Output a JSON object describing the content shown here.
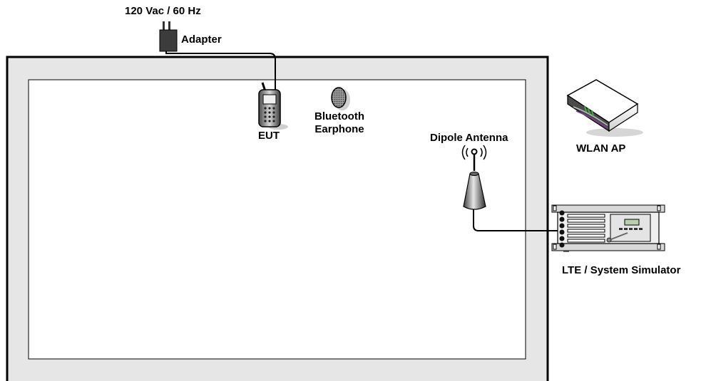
{
  "labels": {
    "power_source": "120 Vac / 60 Hz",
    "adapter": "Adapter",
    "eut": "EUT",
    "bluetooth_line1": "Bluetooth",
    "bluetooth_line2": "Earphone",
    "dipole_antenna": "Dipole Antenna",
    "wlan_ap": "WLAN AP",
    "simulator": "LTE / System Simulator"
  },
  "icons": {
    "adapter": "power-adapter-icon",
    "eut": "mobile-phone-icon",
    "bluetooth": "bluetooth-earphone-icon",
    "antenna": "dipole-antenna-icon",
    "wlan": "wlan-router-icon",
    "simulator": "rack-simulator-icon"
  },
  "colors": {
    "chamber_wall": "#e6e6e6",
    "outline": "#000000",
    "wlan_led": "#3fa83f",
    "wlan_accent": "#8a3a9a"
  }
}
